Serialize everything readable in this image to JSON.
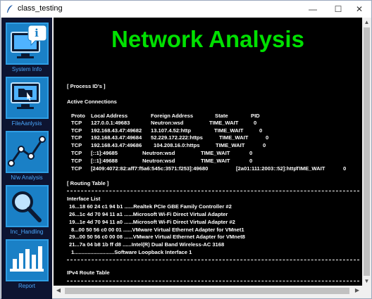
{
  "window": {
    "title": "class_testing",
    "controls": {
      "minimize": "—",
      "maximize": "☐",
      "close": "✕"
    }
  },
  "sidebar": {
    "items": [
      {
        "label": "System Info",
        "icon": "system-info-icon"
      },
      {
        "label": "FileAanlysis",
        "icon": "file-analysis-icon"
      },
      {
        "label": "N/w Analysis",
        "icon": "network-analysis-icon"
      },
      {
        "label": "Inc_Handling",
        "icon": "incident-handling-icon"
      },
      {
        "label": "Report",
        "icon": "report-icon"
      }
    ]
  },
  "main": {
    "heading": "Network Analysis",
    "process_ids_header": "[ Process ID's ]",
    "active_connections_title": "Active Connections",
    "connections_header": {
      "proto": "Proto",
      "local": "Local Address",
      "foreign": "Foreign Address",
      "state": "State",
      "pid": "PID"
    },
    "connections": [
      {
        "proto": "TCP",
        "local": "127.0.0.1:49683",
        "foreign": "Neutron:wsd",
        "state": "TIME_WAIT",
        "pid": "0"
      },
      {
        "proto": "TCP",
        "local": "192.168.43.47:49682",
        "foreign": "13.107.4.52:http",
        "state": "TIME_WAIT",
        "pid": "0"
      },
      {
        "proto": "TCP",
        "local": "192.168.43.47:49684",
        "foreign": "52.229.172.222:https",
        "state": "TIME_WAIT",
        "pid": "0"
      },
      {
        "proto": "TCP",
        "local": "192.168.43.47:49686",
        "foreign": "104.208.16.0:https",
        "state": "TIME_WAIT",
        "pid": "0"
      },
      {
        "proto": "TCP",
        "local": "[::1]:49685",
        "foreign": "Neutron:wsd",
        "state": "TIME_WAIT",
        "pid": "0"
      },
      {
        "proto": "TCP",
        "local": "[::1]:49688",
        "foreign": "Neutron:wsd",
        "state": "TIME_WAIT",
        "pid": "0"
      },
      {
        "proto": "TCP",
        "local": "[2409:4072:82:aff7:f5a6:545c:3571:f253]:49680",
        "foreign": "[2a01:111:2003::52]:http",
        "state": "TIME_WAIT",
        "pid": "0"
      }
    ],
    "routing_table_header": "[ Routing Table ]",
    "interface_list_title": "Interface List",
    "interfaces": [
      "16...18 60 24 c1 94 b1 ......Realtek PCIe GBE Family Controller #2",
      "26...1c 4d 70 94 11 a1 ......Microsoft Wi-Fi Direct Virtual Adapter",
      "19...1e 4d 70 94 11 a0 ......Microsoft Wi-Fi Direct Virtual Adapter #2",
      "8...00 50 56 c0 00 01 ......VMware Virtual Ethernet Adapter for VMnet1",
      "29...00 50 56 c0 00 08 ......VMware Virtual Ethernet Adapter for VMnet8",
      "21...7a 04 b8 1b ff d8 ......Intel(R) Dual Band Wireless-AC 3168",
      "1...........................Software Loopback Interface 1"
    ],
    "ipv4_route_table_title": "IPv4 Route Table"
  },
  "colors": {
    "sidebar_bg": "#0d1431",
    "tile_bg": "#1a80c6",
    "heading": "#00e000",
    "content_bg": "#000000",
    "label": "#4aa8ff"
  }
}
